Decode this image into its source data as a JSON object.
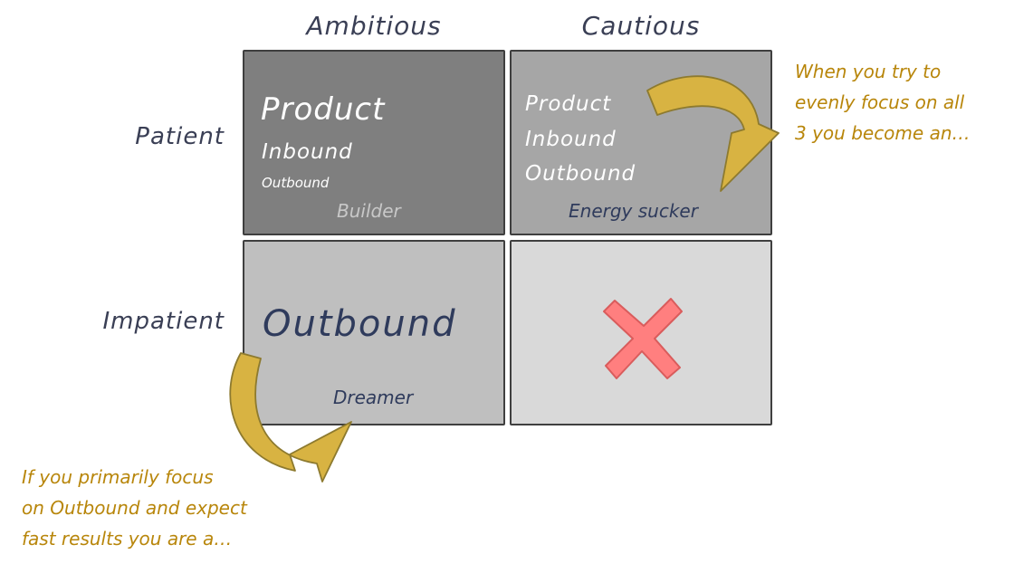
{
  "columns": [
    "Ambitious",
    "Cautious"
  ],
  "rows": [
    "Patient",
    "Impatient"
  ],
  "cells": {
    "builder": {
      "line1": "Product",
      "line2": "Inbound",
      "line3": "Outbound",
      "role": "Builder"
    },
    "energy_sucker": {
      "line1": "Product",
      "line2": "Inbound",
      "line3": "Outbound",
      "role": "Energy sucker"
    },
    "dreamer": {
      "line1": "Outbound",
      "role": "Dreamer"
    }
  },
  "notes": {
    "top_right": [
      "When you try to",
      "evenly focus on all",
      "3 you become an…"
    ],
    "bottom_left": [
      "If you primarily focus",
      "on Outbound and expect",
      "fast results you are a…"
    ]
  },
  "colors": {
    "builder_fill": "#7f7f7f",
    "energy_fill": "#a6a6a6",
    "dreamer_fill": "#bfbfbf",
    "empty_fill": "#d9d9d9",
    "arrow_fill": "#d8b342",
    "cross_fill": "#ff7f7f",
    "note_text": "#b8860b"
  },
  "icons": {
    "empty_cell": "cross-icon",
    "arrows": "curved-arrow-icon"
  }
}
